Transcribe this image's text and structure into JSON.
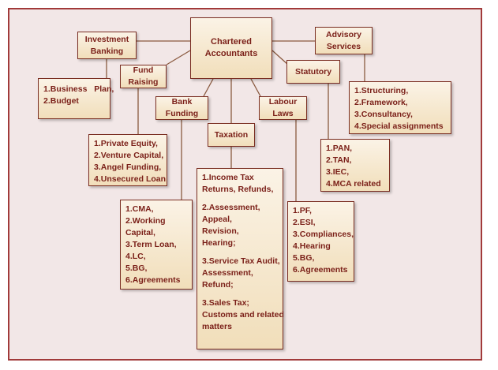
{
  "diagram": {
    "root": "Chartered Accountants",
    "categories": {
      "investment_banking": "Investment Banking",
      "fund_raising": "Fund Raising",
      "bank_funding": "Bank Funding",
      "taxation": "Taxation",
      "labour_laws": "Labour Laws",
      "statutory": "Statutory",
      "advisory_services": "Advisory Services"
    },
    "details": {
      "investment_banking": [
        "1.Business   Plan,",
        "2.Budget"
      ],
      "fund_raising": [
        "1.Private Equity,",
        "2.Venture Capital,",
        "3.Angel Funding,",
        "4.Unsecured Loan"
      ],
      "bank_funding": [
        "1.CMA,",
        "2.Working",
        "Capital,",
        "3.Term Loan,",
        "4.LC,",
        "5.BG,",
        "6.Agreements"
      ],
      "taxation": {
        "p1": [
          "1.Income Tax",
          "Returns, Refunds,"
        ],
        "p2": [
          "2.Assessment,",
          "Appeal,",
          "Revision,",
          "Hearing;"
        ],
        "p3": [
          "3.Service Tax Audit,",
          "Assessment,",
          "Refund;"
        ],
        "p4": [
          "3.Sales Tax;",
          "Customs and related",
          "matters"
        ]
      },
      "labour_laws": [
        "1.PF,",
        "2.ESI,",
        "3.Compliances,",
        "4.Hearing",
        "5.BG,",
        "6.Agreements"
      ],
      "statutory": [
        "1.PAN,",
        "2.TAN,",
        "3.IEC,",
        "4.MCA related"
      ],
      "advisory_services": [
        "1.Structuring,",
        "2.Framework,",
        "3.Consultancy,",
        "4.Special assignments"
      ]
    },
    "colors": {
      "border": "#a13a3a",
      "text": "#7a1f18",
      "fill_top": "#fbf3e6",
      "fill_bottom": "#f1deba"
    }
  }
}
